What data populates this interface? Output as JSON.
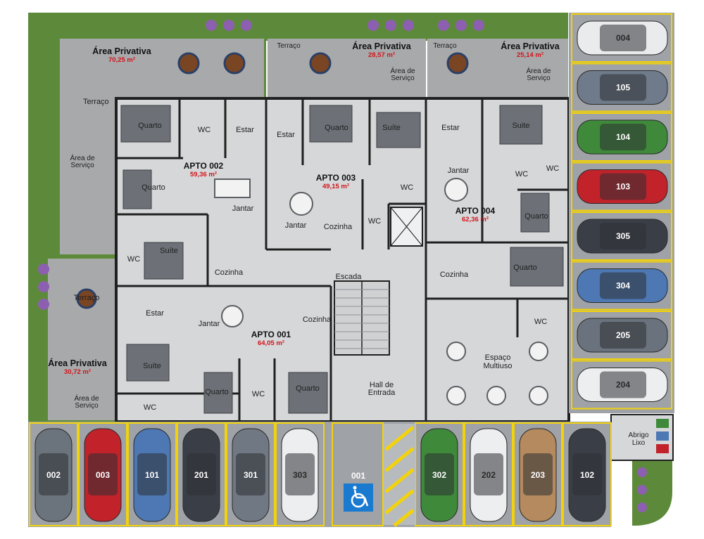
{
  "colors": {
    "grass": "#5d8a3a",
    "paving": "#a7a9ab",
    "floor": "#d5d7d9",
    "wall": "#202020",
    "area_red": "#d2151b",
    "stripe_yellow": "#f2d20a",
    "accessible_blue": "#1a7ad0"
  },
  "private_areas": {
    "a002": {
      "title": "Área Privativa",
      "value": "70,25 m²"
    },
    "a003": {
      "title": "Área Privativa",
      "value": "28,57 m²"
    },
    "a004": {
      "title": "Área Privativa",
      "value": "25,14 m²"
    },
    "a001": {
      "title": "Área Privativa",
      "value": "30,72 m²"
    }
  },
  "apartments": {
    "apto002": {
      "name": "APTO 002",
      "area": "59,36 m²"
    },
    "apto003": {
      "name": "APTO 003",
      "area": "49,15 m²"
    },
    "apto004": {
      "name": "APTO 004",
      "area": "62,36 m²"
    },
    "apto001": {
      "name": "APTO 001",
      "area": "64,05 m²"
    }
  },
  "rooms": {
    "terraco": "Terraço",
    "area_servico_1": "Área de",
    "area_servico_2": "Serviço",
    "quarto": "Quarto",
    "wc": "WC",
    "estar": "Estar",
    "suite": "Suíte",
    "suite_alt": "Suite",
    "jantar": "Jantar",
    "cozinha": "Cozinha",
    "escada": "Escada",
    "hall_1": "Hall de",
    "hall_2": "Entrada",
    "espaco_1": "Espaço",
    "espaco_2": "Multiuso",
    "abrigo_1": "Abrigo",
    "abrigo_2": "Lixo"
  },
  "parking_right": [
    {
      "number": "004",
      "color": "#e9ebed",
      "dark": true
    },
    {
      "number": "105",
      "color": "#6f7b8a",
      "dark": false
    },
    {
      "number": "104",
      "color": "#3f8a3a",
      "dark": false
    },
    {
      "number": "103",
      "color": "#c2222a",
      "dark": false
    },
    {
      "number": "305",
      "color": "#3a3f47",
      "dark": false
    },
    {
      "number": "304",
      "color": "#4d78b3",
      "dark": false
    },
    {
      "number": "205",
      "color": "#6a737d",
      "dark": false
    },
    {
      "number": "204",
      "color": "#eceef0",
      "dark": true
    }
  ],
  "parking_bottom": [
    {
      "number": "002",
      "color": "#6b737c",
      "dark": false
    },
    {
      "number": "003",
      "color": "#c2222a",
      "dark": false
    },
    {
      "number": "101",
      "color": "#4d78b3",
      "dark": false
    },
    {
      "number": "201",
      "color": "#3a3f47",
      "dark": false
    },
    {
      "number": "301",
      "color": "#707883",
      "dark": false
    },
    {
      "number": "303",
      "color": "#eceef0",
      "dark": true
    },
    {
      "number": "001",
      "color": "",
      "dark": false
    },
    {
      "number": "302",
      "color": "#3f8a3a",
      "dark": false
    },
    {
      "number": "202",
      "color": "#eceef0",
      "dark": true
    },
    {
      "number": "203",
      "color": "#b48a5e",
      "dark": false
    },
    {
      "number": "102",
      "color": "#3a3f47",
      "dark": false
    }
  ],
  "icons": {
    "accessible": "wheelchair-icon",
    "stairs": "stairs-icon",
    "elevator": "elevator-icon",
    "table": "dining-table-icon",
    "bed": "bed-icon",
    "plant": "lavender-plant-icon"
  }
}
